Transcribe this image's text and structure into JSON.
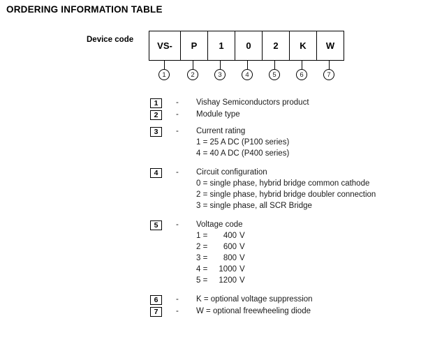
{
  "title": "ORDERING INFORMATION TABLE",
  "device_code": {
    "label": "Device code",
    "cells": [
      "VS-",
      "P",
      "1",
      "0",
      "2",
      "K",
      "W"
    ],
    "index_markers": [
      "1",
      "2",
      "3",
      "4",
      "5",
      "6",
      "7"
    ]
  },
  "legend": [
    {
      "num": "1",
      "dash": "-",
      "label": "Vishay Semiconductors product",
      "sublines": []
    },
    {
      "num": "2",
      "dash": "-",
      "label": "Module type",
      "sublines": []
    },
    {
      "num": "3",
      "dash": "-",
      "label": "Current rating",
      "sublines": [
        "1 = 25 A DC (P100 series)",
        "4 = 40 A DC (P400 series)"
      ]
    },
    {
      "num": "4",
      "dash": "-",
      "label": "Circuit configuration",
      "sublines": [
        "0 = single phase, hybrid bridge common cathode",
        "2 = single phase, hybrid bridge doubler connection",
        "3 = single phase, all SCR Bridge"
      ]
    },
    {
      "num": "5",
      "dash": "-",
      "label": "Voltage code",
      "voltage_rows": [
        {
          "code": "1 =",
          "value": "400",
          "unit": "V"
        },
        {
          "code": "2 =",
          "value": "600",
          "unit": "V"
        },
        {
          "code": "3 =",
          "value": "800",
          "unit": "V"
        },
        {
          "code": "4 =",
          "value": "1000",
          "unit": "V"
        },
        {
          "code": "5 =",
          "value": "1200",
          "unit": "V"
        }
      ]
    },
    {
      "num": "6",
      "dash": "-",
      "label": "K = optional voltage suppression",
      "sublines": []
    },
    {
      "num": "7",
      "dash": "-",
      "label": "W = optional freewheeling diode",
      "sublines": []
    }
  ]
}
